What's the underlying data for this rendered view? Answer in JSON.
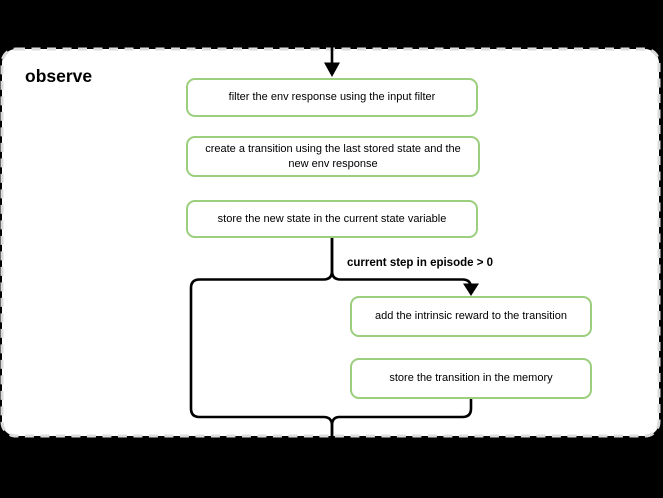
{
  "diagram": {
    "title": "observe",
    "condition_label": "current step in episode > 0",
    "nodes": [
      {
        "id": "filter-env-response",
        "label": "filter the env response using the input filter"
      },
      {
        "id": "create-transition",
        "label": "create a transition using the last stored state and the new env response"
      },
      {
        "id": "store-new-state",
        "label": "store the new state in the current state variable"
      },
      {
        "id": "add-intrinsic-reward",
        "label": "add the intrinsic reward to the transition"
      },
      {
        "id": "store-transition",
        "label": "store the transition in the memory"
      }
    ],
    "colors": {
      "page_background": "#000000",
      "container_fill": "#ffffff",
      "container_border": "#dbdbdb",
      "node_border": "#9bce7d",
      "node_fill": "#ffffff",
      "connector": "#000000",
      "text": "#000000"
    }
  }
}
